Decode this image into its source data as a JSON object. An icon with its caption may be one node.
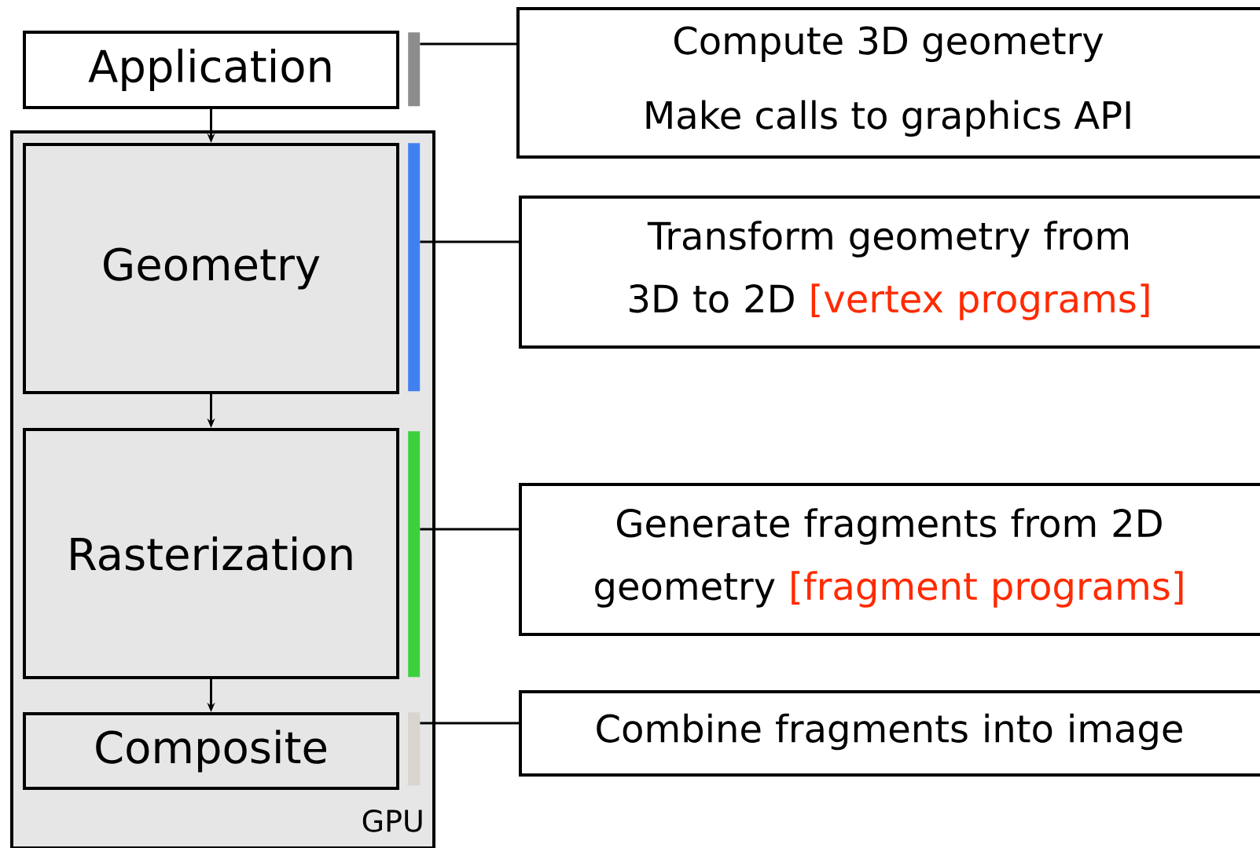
{
  "diagram": {
    "nodes": [
      {
        "text": [
          "Application"
        ]
      },
      {
        "text": [],
        "shape": "bar"
      },
      {
        "text": [
          "Compute 3D geometry",
          "Make calls to graphics API"
        ]
      },
      {
        "text": [
          "GPU"
        ]
      },
      {
        "text": [
          "Geometry"
        ],
        "in": 3
      },
      {
        "text": [],
        "shape": "bar",
        "in": 3
      },
      {
        "text": [
          "Transform geometry from 3D to 2D",
          "[vertex programs]"
        ]
      },
      {
        "text": [
          "Rasterization"
        ],
        "in": 3
      },
      {
        "text": [],
        "shape": "bar",
        "in": 3
      },
      {
        "text": [
          "Generate fragments from 2D geometry",
          "[fragment programs]"
        ]
      },
      {
        "text": [
          "Composite"
        ],
        "in": 3
      },
      {
        "text": [],
        "shape": "bar",
        "in": 3
      },
      {
        "text": [
          "Combine fragments into image"
        ]
      }
    ],
    "edges": [
      {
        "from": 0,
        "to": 4,
        "arrow": "to"
      },
      {
        "from": 4,
        "to": 7,
        "arrow": "to"
      },
      {
        "from": 7,
        "to": 10,
        "arrow": "to"
      },
      {
        "from": 1,
        "to": 2,
        "arrow": "none"
      },
      {
        "from": 5,
        "to": 6,
        "arrow": "none"
      },
      {
        "from": 8,
        "to": 9,
        "arrow": "none"
      },
      {
        "from": 11,
        "to": 12,
        "arrow": "none"
      }
    ]
  }
}
